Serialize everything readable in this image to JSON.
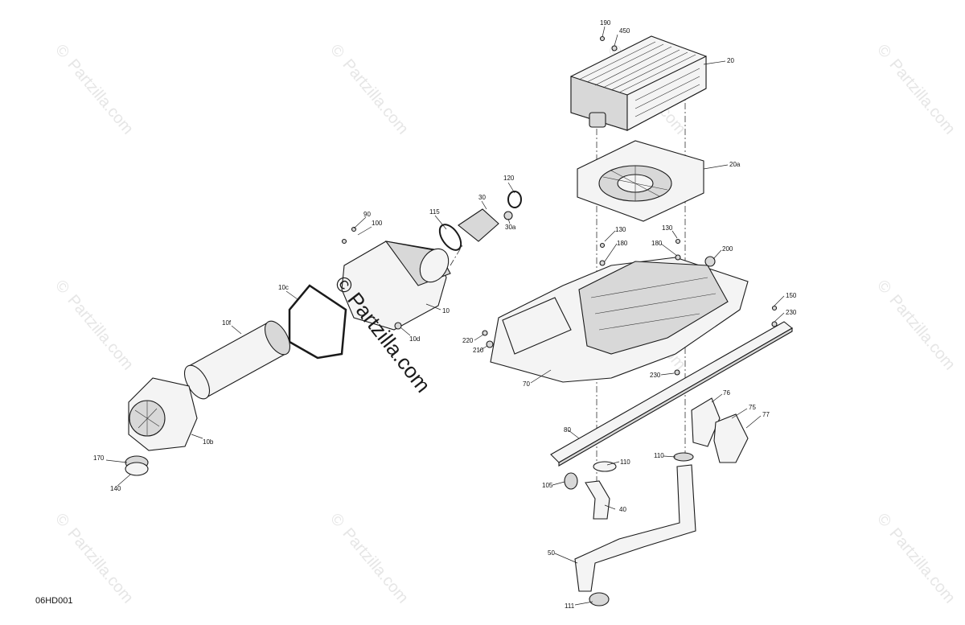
{
  "diagram_code": "06HD001",
  "watermark": {
    "text": "Partzilla.com",
    "symbol": "©"
  },
  "callouts": {
    "c190": "190",
    "c450": "450",
    "c20": "20",
    "c20a": "20a",
    "c120": "120",
    "c30": "30",
    "c115": "115",
    "c30a": "30a",
    "c90": "90",
    "c100": "100",
    "c10c": "10c",
    "c10": "10",
    "c10f": "10f",
    "c10d": "10d",
    "c10b": "10b",
    "c170": "170",
    "c140": "140",
    "c130a": "130",
    "c130b": "130",
    "c180a": "180",
    "c180b": "180",
    "c200": "200",
    "c150": "150",
    "c230a": "230",
    "c230b": "230",
    "c220": "220",
    "c210": "210",
    "c70": "70",
    "c76": "76",
    "c75": "75",
    "c77": "77",
    "c80": "80",
    "c110a": "110",
    "c110b": "110",
    "c105": "105",
    "c40": "40",
    "c50": "50",
    "c111": "111"
  },
  "icons": {
    "copyright": "copyright-icon",
    "intercooler": "intercooler-icon",
    "filter": "air-filter-icon"
  }
}
